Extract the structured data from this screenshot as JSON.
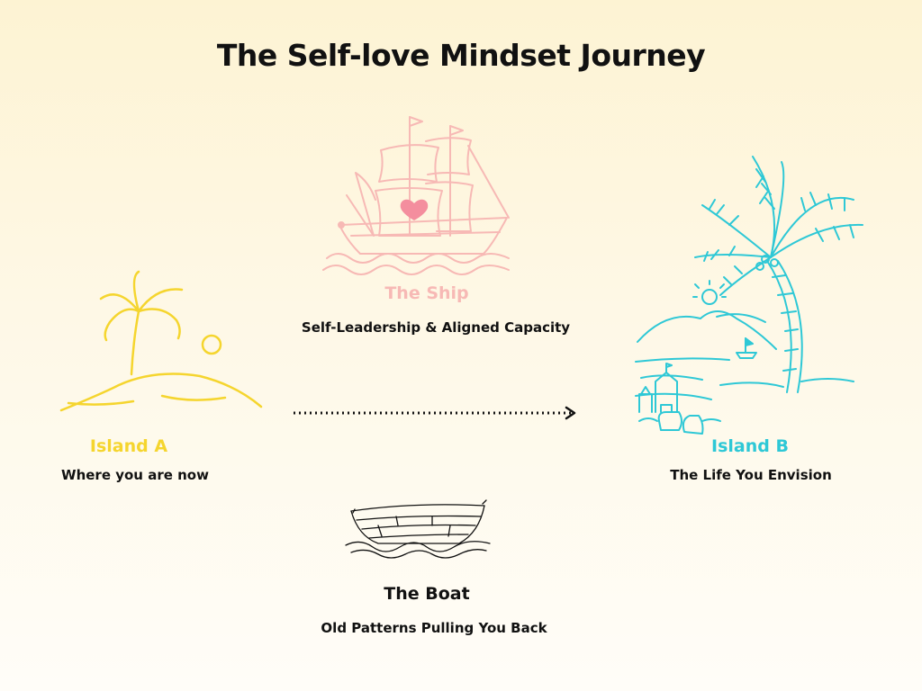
{
  "title": "The Self-love Mindset Journey",
  "colors": {
    "island_a": "#f5d52e",
    "ship": "#f7b9b5",
    "island_b": "#2ec8d6",
    "boat": "#111111",
    "arrow": "#111111"
  },
  "island_a": {
    "name": "Island A",
    "description": "Where you are now"
  },
  "ship": {
    "name": "The Ship",
    "description": "Self-Leadership & Aligned Capacity"
  },
  "island_b": {
    "name": "Island B",
    "description": "The Life You Envision"
  },
  "boat": {
    "name": "The Boat",
    "description": "Old Patterns Pulling You Back"
  },
  "icons": [
    "island-a-icon",
    "ship-icon",
    "island-b-icon",
    "boat-icon",
    "arrow-icon"
  ]
}
